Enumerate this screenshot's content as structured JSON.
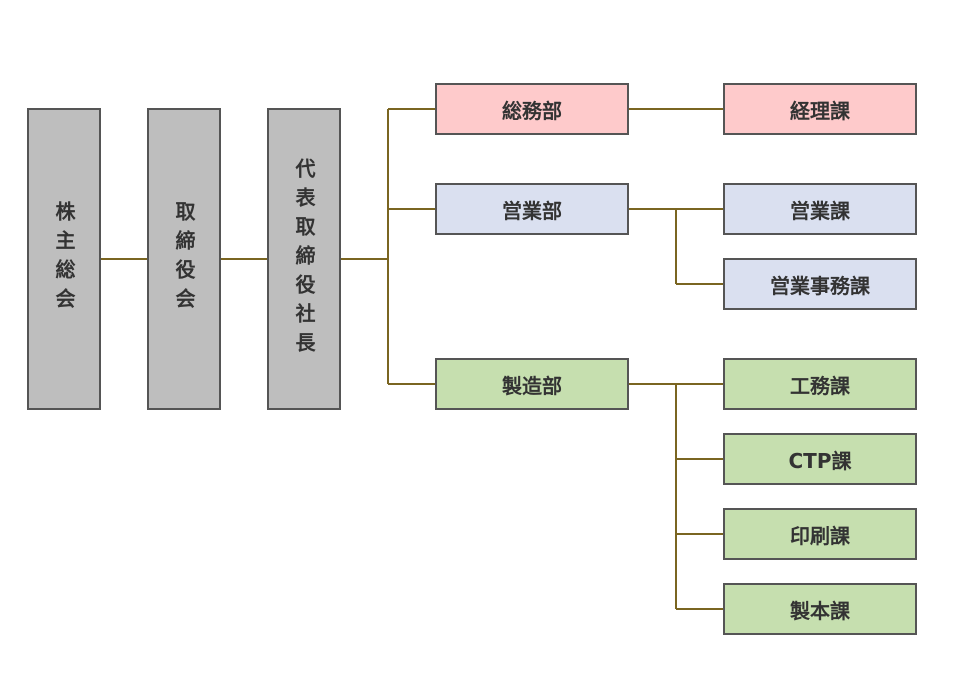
{
  "colors": {
    "executive": "#bebebe",
    "soumu": "#fecacb",
    "eigyo": "#dae0f0",
    "seizo": "#c6dfaf",
    "connector": "#7a6521",
    "border": "#555555",
    "text": "#333333"
  },
  "executive": {
    "shareholders": "株主総会",
    "board": "取締役会",
    "president": "代表取締役社長"
  },
  "departments": {
    "soumu": {
      "name": "総務部",
      "sections": [
        "経理課"
      ]
    },
    "eigyo": {
      "name": "営業部",
      "sections": [
        "営業課",
        "営業事務課"
      ]
    },
    "seizo": {
      "name": "製造部",
      "sections": [
        "工務課",
        "CTP課",
        "印刷課",
        "製本課"
      ]
    }
  }
}
